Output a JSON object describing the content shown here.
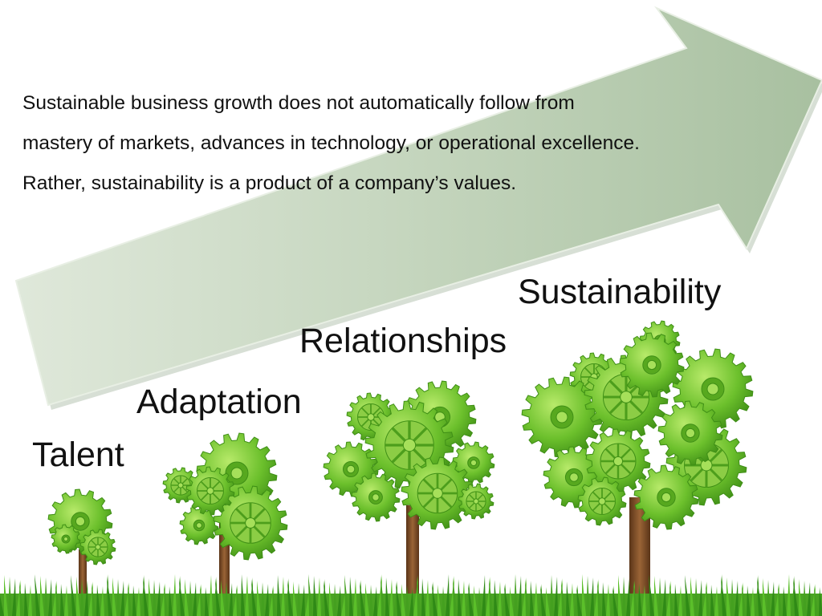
{
  "quote": {
    "lines": [
      "Sustainable business growth does not automatically follow from",
      "mastery of markets, advances in technology, or operational excellence.",
      "Rather, sustainability is a product of a company’s values."
    ]
  },
  "stages": [
    {
      "label": "Talent"
    },
    {
      "label": "Adaptation"
    },
    {
      "label": "Relationships"
    },
    {
      "label": "Sustainability"
    }
  ],
  "colors": {
    "arrow_fill": "#b9ccb2",
    "arrow_edge": "#8da487",
    "gear_light": "#9ed850",
    "gear_mid": "#6cc02c",
    "gear_dark": "#3f8f16",
    "trunk": "#7a4a25",
    "grass": "#4aa323"
  },
  "icons": [
    "growth-arrow-icon",
    "gear-tree-icon",
    "grass-icon"
  ]
}
